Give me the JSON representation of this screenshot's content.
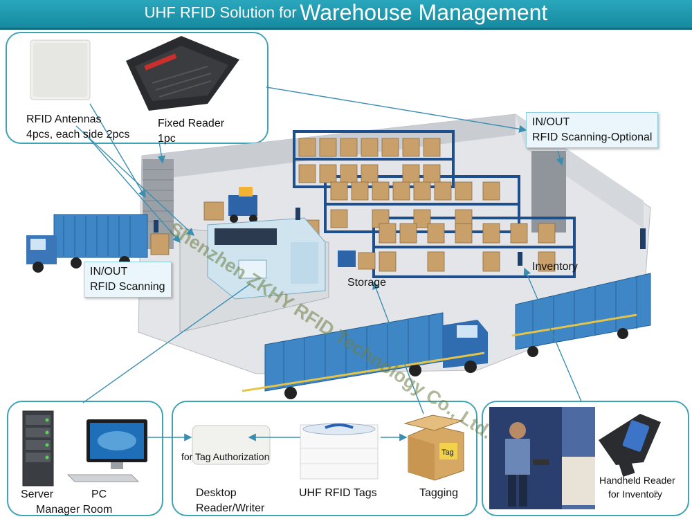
{
  "header": {
    "prefix": "UHF RFID Solution for",
    "title": "Warehouse Management"
  },
  "labels": {
    "rfid_antennas": "RFID Antennas",
    "rfid_antennas_qty": "4pcs, each side 2pcs",
    "fixed_reader": "Fixed Reader",
    "fixed_reader_qty": "1pc",
    "inout_optional_1": "IN/OUT",
    "inout_optional_2": "RFID Scanning-Optional",
    "inout_1": "IN/OUT",
    "inout_2": "RFID Scanning",
    "storage": "Storage",
    "inventory": "Inventory",
    "server": "Server",
    "pc": "PC",
    "manager_room": "Manager Room",
    "tag_authorization": "for Tag Authorization",
    "desktop_1": "Desktop",
    "desktop_2": "Reader/Writer",
    "uhf_tags": "UHF RFID Tags",
    "tagging": "Tagging",
    "tag_box": "Tag",
    "handheld_1": "Handheld Reader",
    "handheld_2": "for Inventory",
    "page_number": "2"
  },
  "watermark": "Shenzhen ZKHY RFID Technology Co., Ltd.",
  "colors": {
    "banner": "#1e9bb1",
    "panel_border": "#3fa3b6",
    "rack": "#1f4e8c",
    "box": "#c9a06a",
    "truck": "#3f86c7"
  }
}
